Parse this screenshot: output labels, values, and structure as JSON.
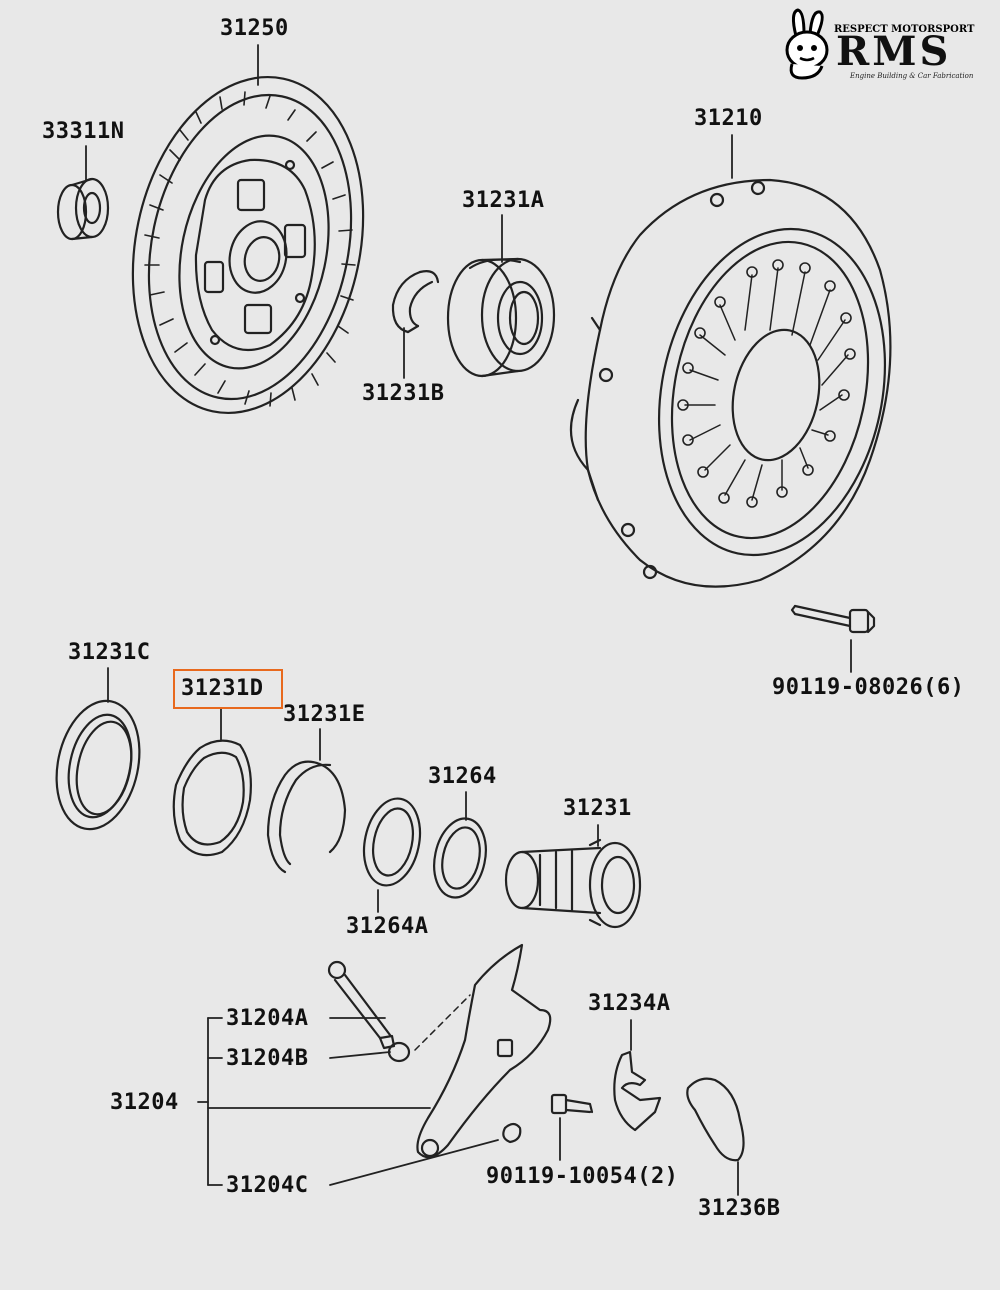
{
  "logo": {
    "top_text": "RESPECT MOTORSPORT",
    "main_text": "RMS",
    "sub_text": "Engine Building & Car Fabrication"
  },
  "parts": {
    "p31250": "31250",
    "p33311N": "33311N",
    "p31210": "31210",
    "p31231A": "31231A",
    "p31231B": "31231B",
    "p31231C": "31231C",
    "p31231D": "31231D",
    "p31231E": "31231E",
    "p31264": "31264",
    "p31231": "31231",
    "p31264A": "31264A",
    "p90119_08026": "90119-08026(6)",
    "p31204A": "31204A",
    "p31204B": "31204B",
    "p31204": "31204",
    "p31204C": "31204C",
    "p31234A": "31234A",
    "p90119_10054": "90119-10054(2)",
    "p31236B": "31236B"
  },
  "highlight_part": "31231D",
  "colors": {
    "background": "#e8e8e8",
    "line": "#222222",
    "highlight": "#e8691d"
  }
}
